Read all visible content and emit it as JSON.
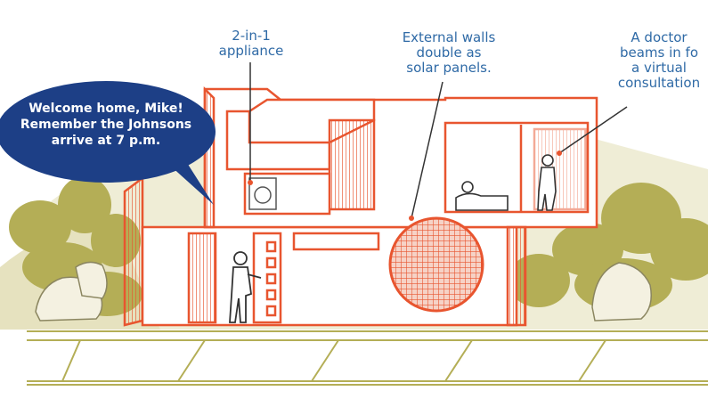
{
  "speech_bubble": {
    "lines": [
      "Welcome home, Mike!",
      "Remember the Johnsons",
      "arrive at 7 p.m."
    ]
  },
  "callouts": {
    "appliance": [
      "2-in-1",
      "appliance"
    ],
    "walls": [
      "External walls",
      "double as",
      "solar panels."
    ],
    "doctor": [
      "A doctor",
      "beams in fo",
      "a virtual",
      "consultation"
    ]
  },
  "colors": {
    "house_outline": "#e8552f",
    "label_text": "#2f6aa6",
    "bubble_fill": "#1d3f86",
    "foliage": "#b4ae56",
    "hill_shadow": "#e9e6c6"
  }
}
